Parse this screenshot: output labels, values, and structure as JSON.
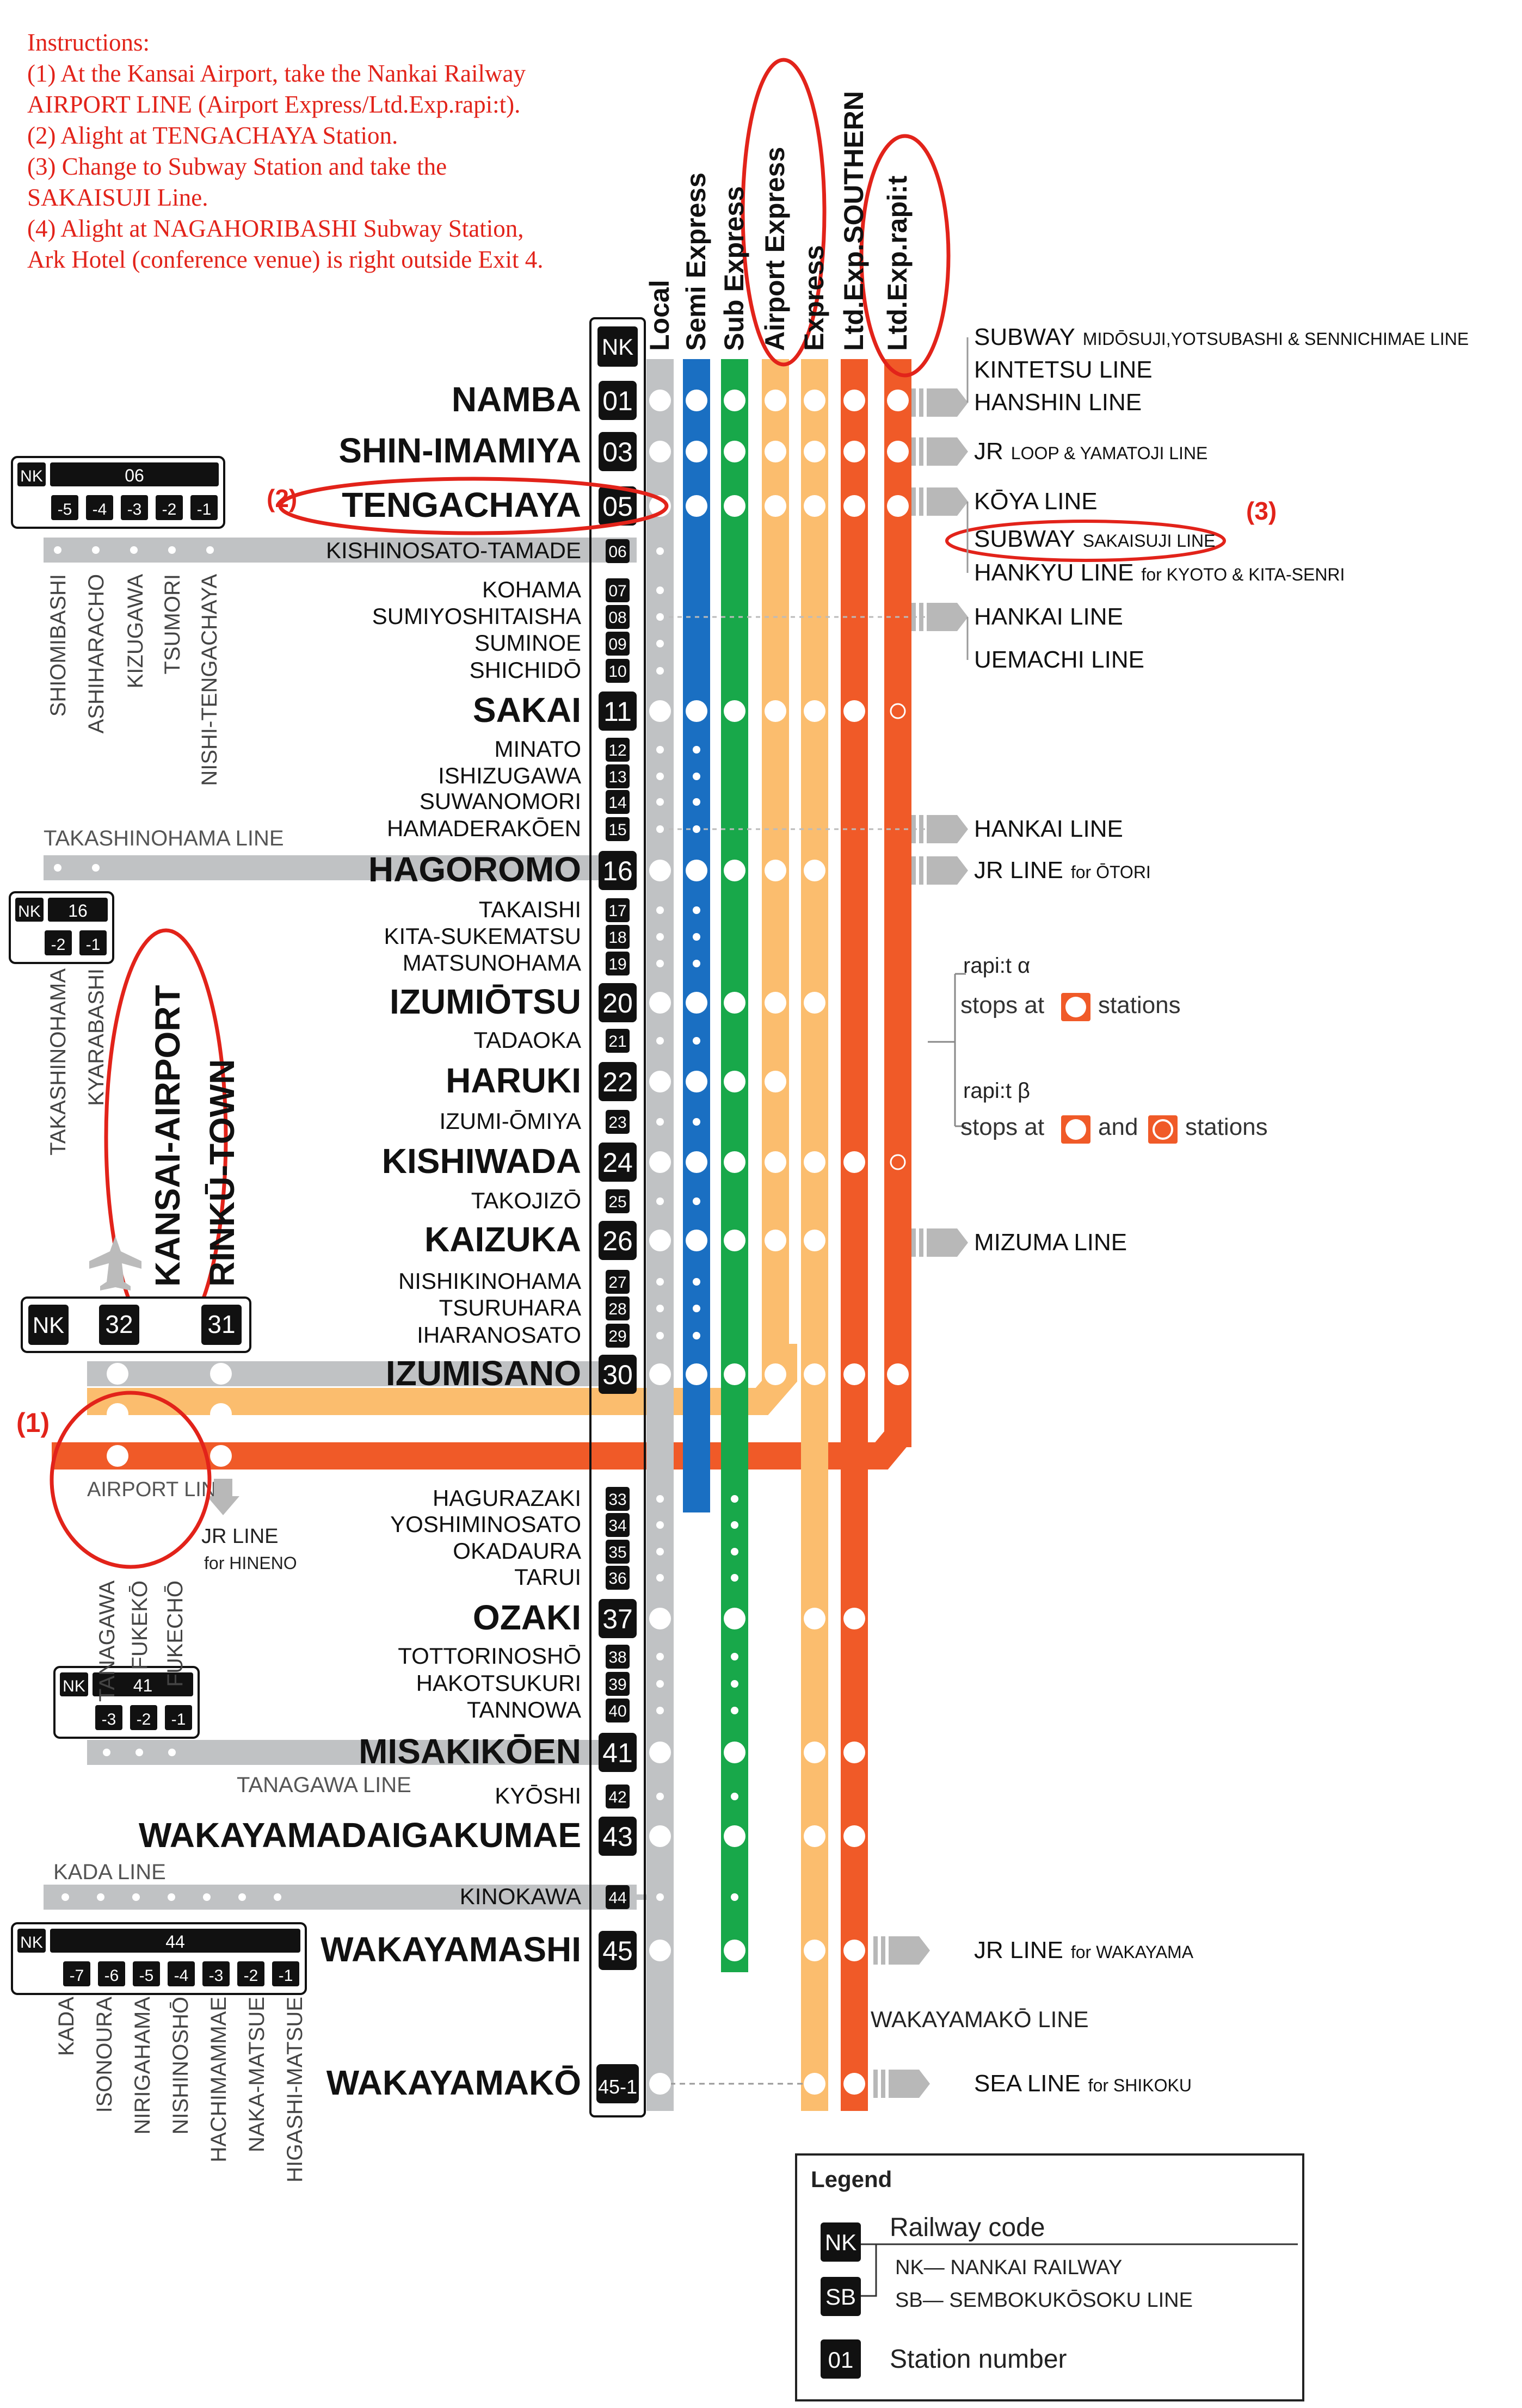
{
  "instructions": [
    "Instructions:",
    "(1) At the Kansai Airport, take the Nankai Railway",
    "AIRPORT LINE (Airport Express/Ltd.Exp.rapi:t).",
    "(2) Alight at TENGACHAYA Station.",
    "(3) Change to Subway Station and take the",
    "SAKAISUJI Line.",
    "(4) Alight at NAGAHORIBASHI Subway Station,",
    "Ark Hotel (conference venue) is right outside Exit 4."
  ],
  "header_code": "NK",
  "services": [
    {
      "label": "Local",
      "color": "#c0c2c4"
    },
    {
      "label": "Semi Express",
      "color": "#1a6fc2"
    },
    {
      "label": "Sub Express",
      "color": "#18a84a"
    },
    {
      "label": "Airport Express",
      "color": "#fbbd6e"
    },
    {
      "label": "Express",
      "color": "#fbbd6e"
    },
    {
      "label": "Ltd.Exp.SOUTHERN",
      "color": "#f05a28"
    },
    {
      "label": "Ltd.Exp.rapi:t",
      "color": "#f05a28"
    }
  ],
  "stations": [
    {
      "name": "NAMBA",
      "num": "01",
      "major": true,
      "stops": [
        "big",
        "big",
        "big",
        "big",
        "big",
        "big",
        "big"
      ]
    },
    {
      "name": "SHIN-IMAMIYA",
      "num": "03",
      "major": true,
      "stops": [
        "big",
        "big",
        "big",
        "big",
        "big",
        "big",
        "big"
      ]
    },
    {
      "name": "TENGACHAYA",
      "num": "05",
      "major": true,
      "stops": [
        "big",
        "big",
        "big",
        "big",
        "big",
        "big",
        "big"
      ]
    },
    {
      "name": "KISHINOSATO-TAMADE",
      "num": "06",
      "major": false,
      "stops": [
        "small",
        "",
        "",
        "",
        "",
        "",
        ""
      ]
    },
    {
      "name": "KOHAMA",
      "num": "07",
      "major": false,
      "stops": [
        "small",
        "",
        "",
        "",
        "",
        "",
        ""
      ]
    },
    {
      "name": "SUMIYOSHITAISHA",
      "num": "08",
      "major": false,
      "stops": [
        "small",
        "",
        "",
        "",
        "",
        "",
        ""
      ]
    },
    {
      "name": "SUMINOE",
      "num": "09",
      "major": false,
      "stops": [
        "small",
        "",
        "",
        "",
        "",
        "",
        ""
      ]
    },
    {
      "name": "SHICHIDŌ",
      "num": "10",
      "major": false,
      "stops": [
        "small",
        "",
        "",
        "",
        "",
        "",
        ""
      ]
    },
    {
      "name": "SAKAI",
      "num": "11",
      "major": true,
      "stops": [
        "big",
        "big",
        "big",
        "big",
        "big",
        "big",
        "ring"
      ]
    },
    {
      "name": "MINATO",
      "num": "12",
      "major": false,
      "stops": [
        "small",
        "small",
        "",
        "",
        "",
        "",
        ""
      ]
    },
    {
      "name": "ISHIZUGAWA",
      "num": "13",
      "major": false,
      "stops": [
        "small",
        "small",
        "",
        "",
        "",
        "",
        ""
      ]
    },
    {
      "name": "SUWANOMORI",
      "num": "14",
      "major": false,
      "stops": [
        "small",
        "small",
        "",
        "",
        "",
        "",
        ""
      ]
    },
    {
      "name": "HAMADERAKŌEN",
      "num": "15",
      "major": false,
      "stops": [
        "small",
        "small",
        "",
        "",
        "",
        "",
        ""
      ]
    },
    {
      "name": "HAGOROMO",
      "num": "16",
      "major": true,
      "stops": [
        "big",
        "big",
        "big",
        "big",
        "big",
        "",
        ""
      ]
    },
    {
      "name": "TAKAISHI",
      "num": "17",
      "major": false,
      "stops": [
        "small",
        "small",
        "",
        "",
        "",
        "",
        ""
      ]
    },
    {
      "name": "KITA-SUKEMATSU",
      "num": "18",
      "major": false,
      "stops": [
        "small",
        "small",
        "",
        "",
        "",
        "",
        ""
      ]
    },
    {
      "name": "MATSUNOHAMA",
      "num": "19",
      "major": false,
      "stops": [
        "small",
        "small",
        "",
        "",
        "",
        "",
        ""
      ]
    },
    {
      "name": "IZUMIŌTSU",
      "num": "20",
      "major": true,
      "stops": [
        "big",
        "big",
        "big",
        "big",
        "big",
        "",
        ""
      ]
    },
    {
      "name": "TADAOKA",
      "num": "21",
      "major": false,
      "stops": [
        "small",
        "small",
        "",
        "",
        "",
        "",
        ""
      ]
    },
    {
      "name": "HARUKI",
      "num": "22",
      "major": true,
      "stops": [
        "big",
        "big",
        "big",
        "big",
        "",
        "",
        ""
      ]
    },
    {
      "name": "IZUMI-ŌMIYA",
      "num": "23",
      "major": false,
      "stops": [
        "small",
        "small",
        "",
        "",
        "",
        "",
        ""
      ]
    },
    {
      "name": "KISHIWADA",
      "num": "24",
      "major": true,
      "stops": [
        "big",
        "big",
        "big",
        "big",
        "big",
        "big",
        "ring"
      ]
    },
    {
      "name": "TAKOJIZŌ",
      "num": "25",
      "major": false,
      "stops": [
        "small",
        "small",
        "",
        "",
        "",
        "",
        ""
      ]
    },
    {
      "name": "KAIZUKA",
      "num": "26",
      "major": true,
      "stops": [
        "big",
        "big",
        "big",
        "big",
        "big",
        "",
        ""
      ]
    },
    {
      "name": "NISHIKINOHAMA",
      "num": "27",
      "major": false,
      "stops": [
        "small",
        "small",
        "",
        "",
        "",
        "",
        ""
      ]
    },
    {
      "name": "TSURUHARA",
      "num": "28",
      "major": false,
      "stops": [
        "small",
        "small",
        "",
        "",
        "",
        "",
        ""
      ]
    },
    {
      "name": "IHARANOSATO",
      "num": "29",
      "major": false,
      "stops": [
        "small",
        "small",
        "",
        "",
        "",
        "",
        ""
      ]
    },
    {
      "name": "IZUMISANO",
      "num": "30",
      "major": true,
      "stops": [
        "big",
        "big",
        "big",
        "big",
        "big",
        "big",
        "big"
      ]
    },
    {
      "name": "HAGURAZAKI",
      "num": "33",
      "major": false,
      "stops": [
        "small",
        "",
        "small",
        "",
        "",
        "",
        ""
      ]
    },
    {
      "name": "YOSHIMINOSATO",
      "num": "34",
      "major": false,
      "stops": [
        "small",
        "",
        "small",
        "",
        "",
        "",
        ""
      ]
    },
    {
      "name": "OKADAURA",
      "num": "35",
      "major": false,
      "stops": [
        "small",
        "",
        "small",
        "",
        "",
        "",
        ""
      ]
    },
    {
      "name": "TARUI",
      "num": "36",
      "major": false,
      "stops": [
        "small",
        "",
        "small",
        "",
        "",
        "",
        ""
      ]
    },
    {
      "name": "OZAKI",
      "num": "37",
      "major": true,
      "stops": [
        "big",
        "",
        "big",
        "",
        "big",
        "big",
        ""
      ]
    },
    {
      "name": "TOTTORINOSHŌ",
      "num": "38",
      "major": false,
      "stops": [
        "small",
        "",
        "small",
        "",
        "",
        "",
        ""
      ]
    },
    {
      "name": "HAKOTSUKURI",
      "num": "39",
      "major": false,
      "stops": [
        "small",
        "",
        "small",
        "",
        "",
        "",
        ""
      ]
    },
    {
      "name": "TANNOWA",
      "num": "40",
      "major": false,
      "stops": [
        "small",
        "",
        "small",
        "",
        "",
        "",
        ""
      ]
    },
    {
      "name": "MISAKIKŌEN",
      "num": "41",
      "major": true,
      "stops": [
        "big",
        "",
        "big",
        "",
        "big",
        "big",
        ""
      ]
    },
    {
      "name": "KYŌSHI",
      "num": "42",
      "major": false,
      "stops": [
        "small",
        "",
        "small",
        "",
        "",
        "",
        ""
      ]
    },
    {
      "name": "WAKAYAMADAIGAKUMAE",
      "num": "43",
      "major": true,
      "stops": [
        "big",
        "",
        "big",
        "",
        "big",
        "big",
        ""
      ]
    },
    {
      "name": "KINOKAWA",
      "num": "44",
      "major": false,
      "stops": [
        "small",
        "",
        "small",
        "",
        "",
        "",
        ""
      ]
    },
    {
      "name": "WAKAYAMASHI",
      "num": "45",
      "major": true,
      "stops": [
        "big",
        "",
        "big",
        "",
        "big",
        "big",
        ""
      ]
    },
    {
      "name": "WAKAYAMAKŌ",
      "num": "45-1",
      "major": true,
      "stops": [
        "big",
        "",
        "",
        "",
        "big",
        "big",
        ""
      ]
    }
  ],
  "transfers": [
    {
      "main": "SUBWAY",
      "sub": "MIDŌSUJI,YOTSUBASHI & SENNICHIMAE LINE"
    },
    {
      "main": "KINTETSU LINE",
      "sub": ""
    },
    {
      "main": "HANSHIN LINE",
      "sub": ""
    },
    {
      "main": "JR",
      "sub": "LOOP & YAMATOJI LINE"
    },
    {
      "main": "KŌYA LINE",
      "sub": ""
    },
    {
      "main": "SUBWAY",
      "sub": "SAKAISUJI LINE"
    },
    {
      "main": "HANKYU LINE",
      "sub": "for KYOTO & KITA-SENRI"
    },
    {
      "main": "HANKAI LINE",
      "sub": ""
    },
    {
      "main": "UEMACHI LINE",
      "sub": ""
    },
    {
      "main": "HANKAI LINE",
      "sub": ""
    },
    {
      "main": "JR LINE",
      "sub": "for ŌTORI"
    },
    {
      "main": "MIZUMA LINE",
      "sub": ""
    },
    {
      "main": "JR LINE",
      "sub": "for WAKAYAMA"
    },
    {
      "main": "SEA LINE",
      "sub": "for SHIKOKU"
    }
  ],
  "rapit_note": {
    "alpha_title": "rapi:t α",
    "alpha_text_1": "stops at",
    "alpha_text_2": "stations",
    "beta_title": "rapi:t β",
    "beta_text_1": "stops at",
    "beta_text_2": "and",
    "beta_text_3": "stations"
  },
  "branches": {
    "koya": {
      "head": "06",
      "subs": [
        "-5",
        "-4",
        "-3",
        "-2",
        "-1"
      ],
      "stations": [
        "SHIOMIBASHI",
        "ASHIHARACHO",
        "KIZUGAWA",
        "TSUMORI",
        "NISHI-TENGACHAYA"
      ]
    },
    "takashinohama": {
      "line": "TAKASHINOHAMA LINE",
      "head": "16",
      "subs": [
        "-2",
        "-1"
      ],
      "stations": [
        "TAKASHINOHAMA",
        "KYARABASHI"
      ]
    },
    "airport": {
      "codes": [
        "32",
        "31"
      ],
      "stations": [
        "KANSAI-AIRPORT",
        "RINKŪ-TOWN"
      ],
      "line": "AIRPORT LINE",
      "jr": "JR LINE",
      "jr_sub": "for HINENO"
    },
    "tanagawa": {
      "line": "TANAGAWA LINE",
      "head": "41",
      "subs": [
        "-3",
        "-2",
        "-1"
      ],
      "stations": [
        "TANAGAWA",
        "FUKEKŌ",
        "FUKECHŌ"
      ]
    },
    "kada": {
      "line": "KADA LINE",
      "head": "44",
      "subs": [
        "-7",
        "-6",
        "-5",
        "-4",
        "-3",
        "-2",
        "-1"
      ],
      "stations": [
        "KADA",
        "ISONOURA",
        "NIRIGAHAMA",
        "NISHINOSHŌ",
        "HACHIMAMMAE",
        "NAKA-MATSUE",
        "HIGASHI-MATSUE"
      ]
    },
    "wakayamako_line": "WAKAYAMAKŌ LINE"
  },
  "annotations": {
    "a1": "(1)",
    "a2": "(2)",
    "a3": "(3)"
  },
  "legend": {
    "title": "Legend",
    "code_nk": "NK",
    "code_sb": "SB",
    "railway_code": "Railway code",
    "nk_line": "NK— NANKAI RAILWAY",
    "sb_line": "SB— SEMBOKUKŌSOKU LINE",
    "num_sample": "01",
    "station_number": "Station number"
  },
  "colors": {
    "annotation": "#e2231a",
    "rapit_orange": "#f05a28",
    "airport_orange": "#fbbd6e",
    "local_grey": "#c0c2c4",
    "semi_blue": "#1a6fc2",
    "sub_green": "#18a84a"
  }
}
